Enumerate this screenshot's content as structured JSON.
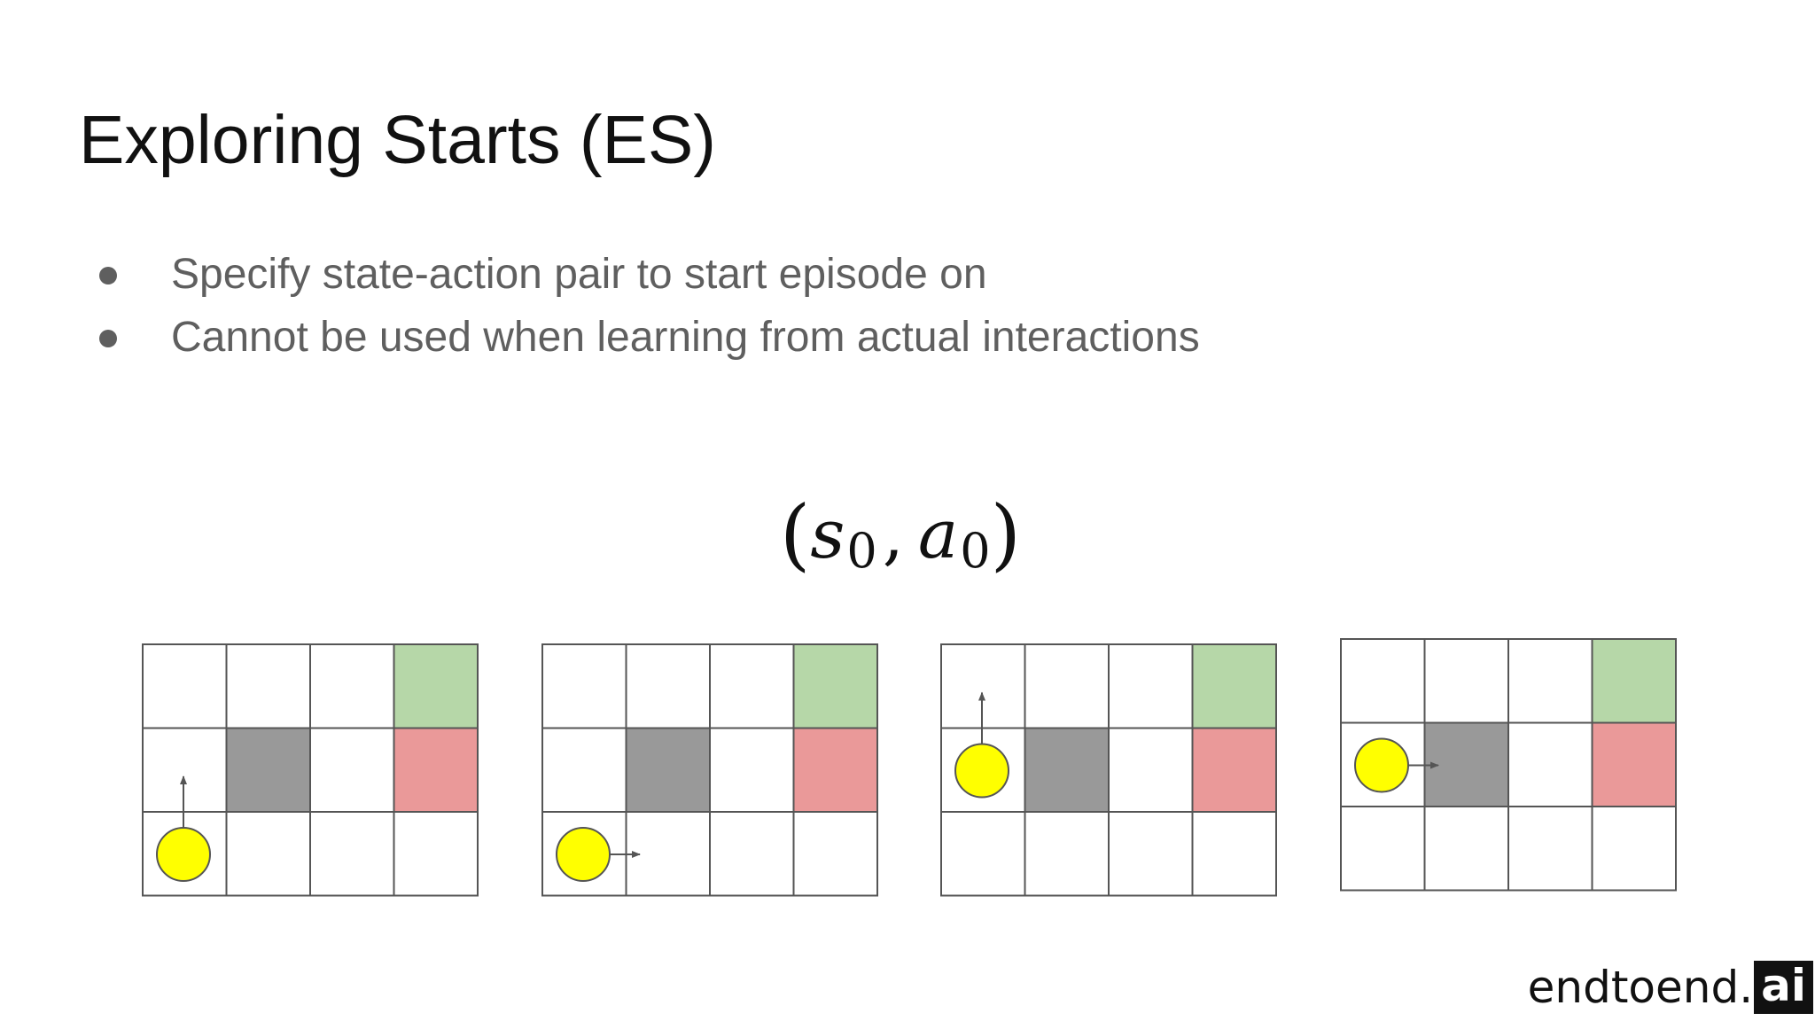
{
  "slide": {
    "title": "Exploring Starts (ES)",
    "bullets": [
      "Specify state-action pair to start episode on",
      "Cannot be used when learning from actual interactions"
    ],
    "formula": {
      "open_paren": "(",
      "state_var": "s",
      "state_sub": "0",
      "comma": ",",
      "action_var": "a",
      "action_sub": "0",
      "close_paren": ")"
    }
  },
  "gridworlds": {
    "rows": 3,
    "cols": 4,
    "colors": {
      "goal": "#b6d7a8",
      "danger": "#ea9999",
      "wall": "#999999",
      "agent": "#ffff00",
      "grid_line": "#555555",
      "cell": "#ffffff"
    },
    "special_cells": {
      "goal": {
        "row": 0,
        "col": 3
      },
      "danger": {
        "row": 1,
        "col": 3
      },
      "wall": {
        "row": 1,
        "col": 1
      }
    },
    "examples": [
      {
        "agent": {
          "row": 2,
          "col": 0
        },
        "action": "up"
      },
      {
        "agent": {
          "row": 2,
          "col": 0
        },
        "action": "right"
      },
      {
        "agent": {
          "row": 1,
          "col": 0
        },
        "action": "up"
      },
      {
        "agent": {
          "row": 1,
          "col": 0
        },
        "action": "right"
      }
    ]
  },
  "branding": {
    "name": "endtoend.",
    "accent": "ai"
  }
}
